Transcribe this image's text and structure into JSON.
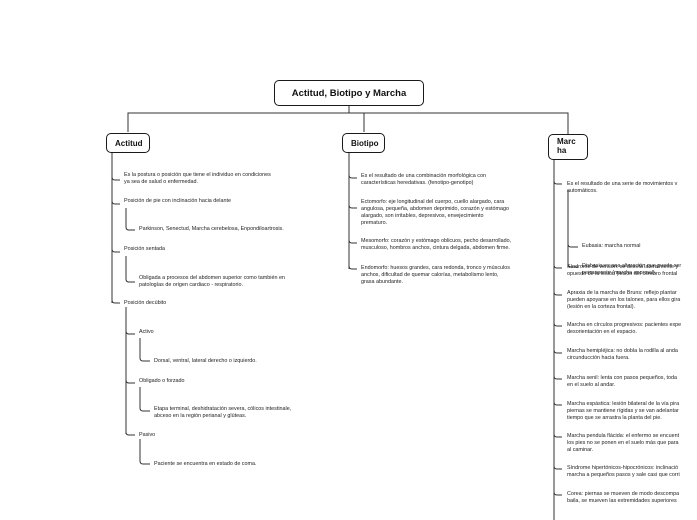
{
  "root": "Actitud, Biotipo y Marcha",
  "actitud": {
    "label": "Actitud",
    "definition": "Es la postura o posición que tiene el individuo en condiciones\nya sea de salud o enfermedad.",
    "pie": "Posición de pie con inclinación hacia delante",
    "pie_detail": "Parkinson, Senectud, Marcha cerebelosa, Enpondiloartrosis.",
    "sentada": "Posición sentada",
    "sentada_detail": "Obligada a procesos del abdomen superior como también en\npatologías de origen cardiaco - respiratorio.",
    "decubito": "Posición decúbito",
    "activo": "Activo",
    "activo_detail": "Dorsal, ventral, lateral derecho o izquierdo.",
    "obligado": "Obligado o forzado",
    "obligado_detail": "Etapa terminal, deshidratación severa, cólicos intestinale,\nabceso en la región perianal y glúteas.",
    "pasivo": "Pasivo",
    "pasivo_detail": "Paciente se encuentra en estado de coma."
  },
  "biotipo": {
    "label": "Biotipo",
    "definition": "Es el resultado de una combinación morfológica con\ncaracterísticas heredativas. (fenotipo-genotipo)",
    "ectomorfo": "Ectomorfo: eje longitudinal del cuerpo, cuello alargado, cara\nangulosa, pequeña, abdomen deprimido, corazón y estómago\nalargado, son irritables, depresivos, envejecimiento\nprematuro.",
    "mesomorfo": "Mesomorfo: corazón y estómago oblicuos, pecho desarrollado,\nmusculoso, hombros anchos, cintura delgada, abdomen firme.",
    "endomorfo": "Endomorfo: huesos grandes, cara redonda, tronco y músculos\nanchos, dificultad de quemar calorías, metabolismo lento,\ngrasa abundante."
  },
  "marcha": {
    "label": "Marcha",
    "definition": "Es el resultado de una serie de movimientos v\nautomáticos.",
    "eubasia": "Eubasia: marcha normal",
    "disbasia": "Disbasia:es una alteración que puede ser\npermanente (marcha anormal).",
    "items": [
      "Síndrome de versión: se desvía lateralmente y\nopuesto de la lesión (lesión del cerebro frontal",
      "Apraxia de la marcha de Bruns: reflejo plantar\npueden apoyarse en los talones, para ellos gira\n(lesión en la corteza frontal).",
      "Marcha en círculos progresivos: pacientes expe\ndesorientación en el espacio.",
      "Marcha hemipléjica: no dobla la rodilla al anda\ncircunducción hacia fuera.",
      "Marcha senil: lenta con pasos pequeños, toda\nen el suelo al andar.",
      "Marcha espástica: lesión bilateral de la vía pira\npiernas se mantiene rígidas y se van adelantar\ntiempo que se arrastra la planta del pie.",
      "Marcha pendula flácida: el enfermo se encuent\nlos pies no se ponen en el suelo más que para\nal caminar.",
      "Síndrome hipertónicos-hipocrónicos: inclinació\nmarcha a pequeños pasos y sale casi que corri",
      "Corea: piernas se mueven de modo descompa\nbaila, se mueven las extremidades superiores"
    ]
  }
}
